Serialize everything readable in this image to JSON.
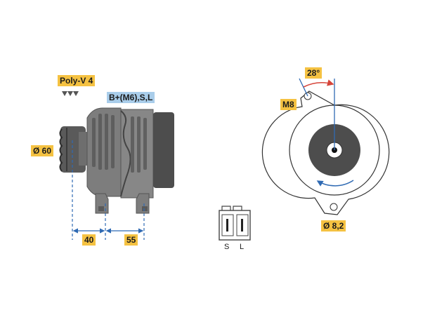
{
  "labels": {
    "belt": "Poly-V 4",
    "terminals": "B+(M6),S,L",
    "pulley_dia": "Ø 60",
    "dim_a": "40",
    "dim_b": "55",
    "angle": "28°",
    "thread": "M8",
    "hole_dia": "Ø 8,2",
    "pin_s": "S",
    "pin_l": "L"
  },
  "colors": {
    "label_bg": "#f5c242",
    "terminal_label_bg": "#a9cdea",
    "body_gray": "#7d7d7d",
    "dark_gray": "#4d4d4d",
    "dim_line_blue": "#2f6ab3",
    "angle_arc_red": "#d6453a"
  }
}
